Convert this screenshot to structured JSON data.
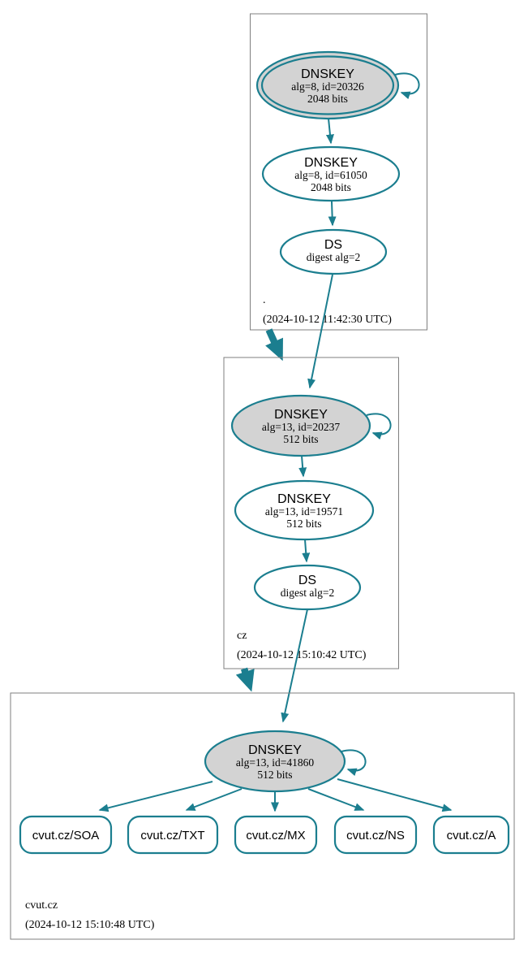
{
  "diagram": {
    "colors": {
      "edge": "#1b7e8f",
      "ksk_fill": "#d3d3d3",
      "node_fill": "#ffffff",
      "box_border": "#7f7f7f",
      "text": "#000000"
    },
    "zones": [
      {
        "name": ".",
        "timestamp": "(2024-10-12 11:42:30 UTC)",
        "ksk": {
          "title": "DNSKEY",
          "detail1": "alg=8, id=20326",
          "detail2": "2048 bits"
        },
        "zsk": {
          "title": "DNSKEY",
          "detail1": "alg=8, id=61050",
          "detail2": "2048 bits"
        },
        "ds": {
          "title": "DS",
          "detail1": "digest alg=2"
        }
      },
      {
        "name": "cz",
        "timestamp": "(2024-10-12 15:10:42 UTC)",
        "ksk": {
          "title": "DNSKEY",
          "detail1": "alg=13, id=20237",
          "detail2": "512 bits"
        },
        "zsk": {
          "title": "DNSKEY",
          "detail1": "alg=13, id=19571",
          "detail2": "512 bits"
        },
        "ds": {
          "title": "DS",
          "detail1": "digest alg=2"
        }
      },
      {
        "name": "cvut.cz",
        "timestamp": "(2024-10-12 15:10:48 UTC)",
        "ksk": {
          "title": "DNSKEY",
          "detail1": "alg=13, id=41860",
          "detail2": "512 bits"
        },
        "rrsets": [
          "cvut.cz/SOA",
          "cvut.cz/TXT",
          "cvut.cz/MX",
          "cvut.cz/NS",
          "cvut.cz/A"
        ]
      }
    ]
  }
}
